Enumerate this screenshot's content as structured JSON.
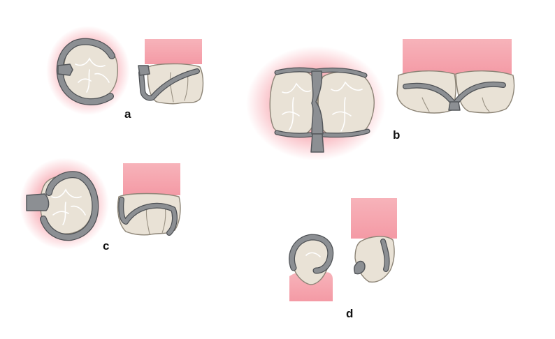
{
  "colors": {
    "background": "#ffffff",
    "glow": "#f58a96",
    "gingiva": "#f4a4ad",
    "tooth": "#e9e2d6",
    "metal": "#8c8f93",
    "label": "#111111"
  },
  "panels": [
    {
      "id": "a",
      "label": "a"
    },
    {
      "id": "b",
      "label": "b"
    },
    {
      "id": "c",
      "label": "c"
    },
    {
      "id": "d",
      "label": "d"
    }
  ]
}
